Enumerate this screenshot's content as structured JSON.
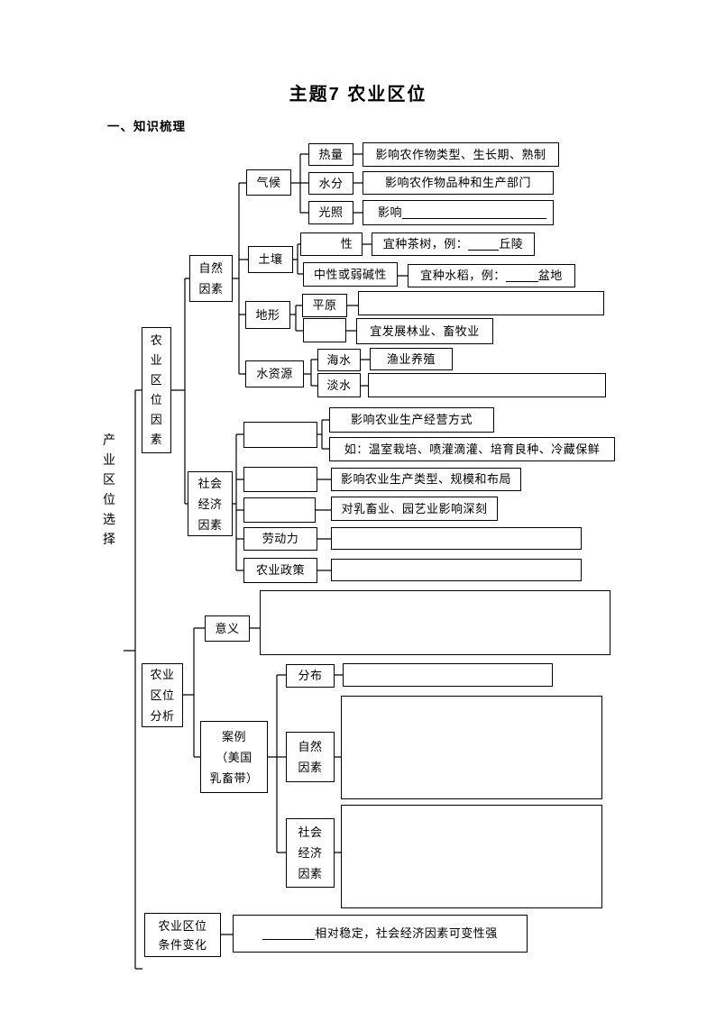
{
  "page": {
    "title": "主题7 农业区位",
    "heading": "一、知识梳理"
  },
  "root": {
    "label": "产业区位选择"
  },
  "factors": {
    "label": "农业区位因素",
    "natural": {
      "label_lines": [
        "自然",
        "因素"
      ],
      "climate": {
        "label": "气候",
        "heat": {
          "label": "热量",
          "result": "影响农作物类型、生长期、熟制"
        },
        "moisture": {
          "label": "水分",
          "result": "影响农作物品种和生产部门"
        },
        "light": {
          "label": "光照",
          "result_prefix": "影响"
        }
      },
      "soil": {
        "label": "土壤",
        "acidic": {
          "label": "性",
          "result_prefix": "宜种茶树，例：",
          "result_suffix": "丘陵"
        },
        "neutral": {
          "label": "中性或弱碱性",
          "result_prefix": "宜种水稻，例：",
          "result_suffix": "盆地"
        }
      },
      "terrain": {
        "label": "地形",
        "plain": {
          "label": "平原"
        },
        "other": {
          "result": "宜发展林业、畜牧业"
        }
      },
      "water": {
        "label": "水资源",
        "sea": {
          "label": "海水",
          "result": "渔业养殖"
        },
        "fresh": {
          "label": "淡水"
        }
      }
    },
    "socioeconomic": {
      "label_lines": [
        "社会",
        "经济",
        "因素"
      ],
      "row1": {
        "result_a": "影响农业生产经营方式",
        "result_b": "如：温室栽培、喷灌滴灌、培育良种、冷藏保鲜"
      },
      "row2": {
        "result": "影响农业生产类型、规模和布局"
      },
      "row3": {
        "result": "对乳畜业、园艺业影响深刻"
      },
      "labor": {
        "label": "劳动力"
      },
      "policy": {
        "label": "农业政策"
      }
    }
  },
  "analysis": {
    "label_lines": [
      "农业",
      "区位",
      "分析"
    ],
    "meaning": {
      "label": "意义"
    },
    "case": {
      "label_lines": [
        "案例",
        "（美国",
        "乳畜带）"
      ],
      "distribution": {
        "label": "分布"
      },
      "natural": {
        "label_lines": [
          "自然",
          "因素"
        ]
      },
      "socioeconomic": {
        "label_lines": [
          "社会",
          "经济",
          "因素"
        ]
      }
    }
  },
  "change": {
    "label_lines": [
      "农业区位",
      "条件变化"
    ],
    "result_suffix": "相对稳定，社会经济因素可变性强"
  }
}
